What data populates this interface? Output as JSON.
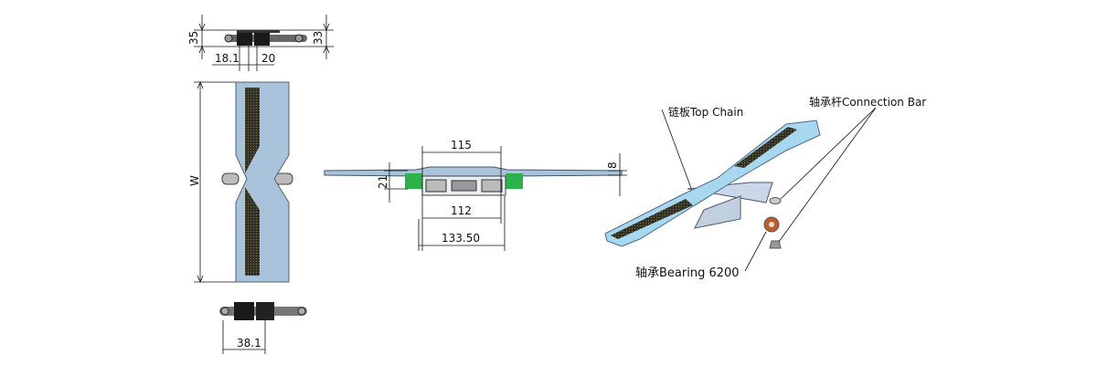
{
  "top_view": {
    "dim_height_left": "35",
    "dim_height_right": "33",
    "dim_offset": "18.1",
    "dim_width": "20"
  },
  "front_view": {
    "dim_width": "W"
  },
  "bottom_view": {
    "dim_pitch": "38.1"
  },
  "side_view": {
    "dim_top": "115",
    "dim_thickness": "8",
    "dim_height": "21",
    "dim_inner": "112",
    "dim_overall": "133.50"
  },
  "iso_view": {
    "label_top_chain": "链板Top Chain",
    "label_connection_bar": "轴承杆Connection Bar",
    "label_bearing": "轴承Bearing 6200"
  },
  "colors": {
    "plate": "#a9c8e0",
    "plate_dark": "#6f8aa6",
    "pad": "#3a3a2a",
    "block": "#2bb24a",
    "iso_plate": "#a8d8f0"
  }
}
